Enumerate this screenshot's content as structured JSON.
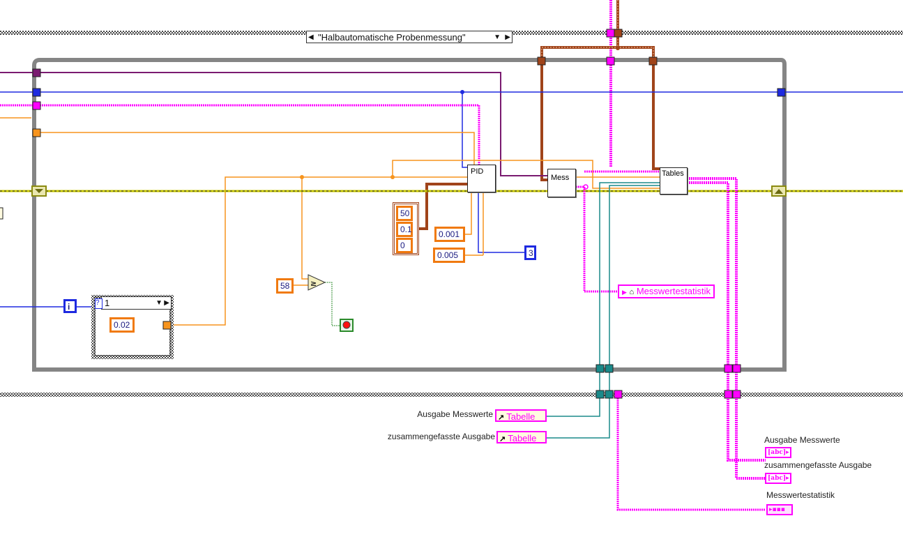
{
  "case_structure": {
    "selector_value": "\"Halbautomatische Probenmessung\""
  },
  "subvis": {
    "pid": "PID",
    "mess": "Mess",
    "tables": "Tables"
  },
  "constants": {
    "pid_array": [
      "50",
      "0.1",
      "0"
    ],
    "gain_a": "0.001",
    "gain_b": "0.005",
    "mode": "3",
    "compare_value": "58",
    "wait_value": "0.02",
    "iteration": "i",
    "inner_case_selector": "1"
  },
  "global_write": {
    "label": "Messwertestatistik",
    "icon": "home-icon"
  },
  "property_nodes": [
    {
      "label": "Ausgabe Messwerte",
      "property": "Tabelle"
    },
    {
      "label": "zusammengefasste Ausgabe",
      "property": "Tabelle"
    }
  ],
  "indicators": [
    {
      "label": "Ausgabe Messwerte",
      "type": "abc"
    },
    {
      "label": "zusammengefasste Ausgabe",
      "type": "abc"
    },
    {
      "label": "Messwertestatistik",
      "type": "cluster"
    }
  ],
  "colors": {
    "wire_orange": "#f7941d",
    "wire_blue": "#1e2ae0",
    "wire_pink": "#ff00ff",
    "wire_brown": "#a0441a",
    "wire_purple": "#7a1a70",
    "wire_teal": "#1a8a8a",
    "wire_error": "#c8c800",
    "loop_frame": "#858585"
  }
}
